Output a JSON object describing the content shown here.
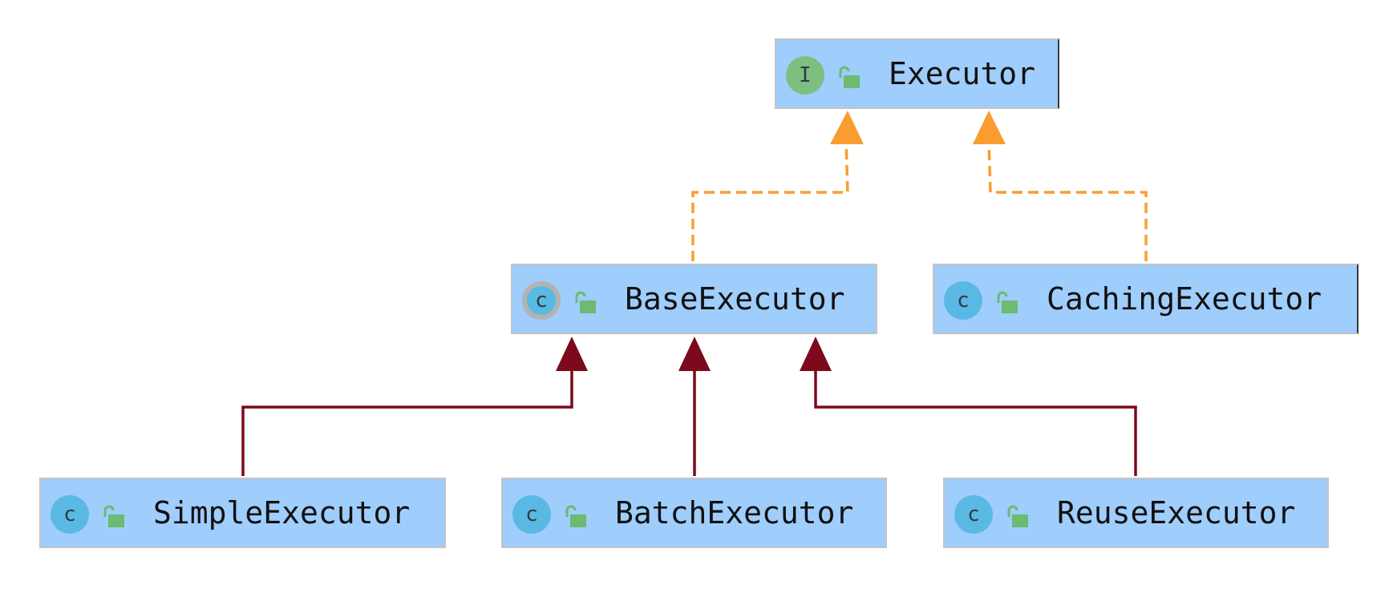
{
  "nodes": {
    "executor": {
      "name": "Executor",
      "kind": "interface",
      "badge": "I"
    },
    "base_executor": {
      "name": "BaseExecutor",
      "kind": "abstract-class",
      "badge": "c"
    },
    "caching_executor": {
      "name": "CachingExecutor",
      "kind": "class",
      "badge": "c"
    },
    "simple_executor": {
      "name": "SimpleExecutor",
      "kind": "class",
      "badge": "c"
    },
    "batch_executor": {
      "name": "BatchExecutor",
      "kind": "class",
      "badge": "c"
    },
    "reuse_executor": {
      "name": "ReuseExecutor",
      "kind": "class",
      "badge": "c"
    }
  },
  "relations": [
    {
      "from": "BaseExecutor",
      "to": "Executor",
      "type": "implements"
    },
    {
      "from": "CachingExecutor",
      "to": "Executor",
      "type": "implements"
    },
    {
      "from": "SimpleExecutor",
      "to": "BaseExecutor",
      "type": "extends"
    },
    {
      "from": "BatchExecutor",
      "to": "BaseExecutor",
      "type": "extends"
    },
    {
      "from": "ReuseExecutor",
      "to": "BaseExecutor",
      "type": "extends"
    }
  ],
  "icons": {
    "interface_badge": "interface-icon",
    "class_badge": "class-icon",
    "abstract_badge": "abstract-class-icon",
    "visibility": "public-lock-icon"
  },
  "colors": {
    "node_fill": "#9fcdfc",
    "node_border": "#c4c4c4",
    "interface_badge": "#7dbf7f",
    "class_badge": "#5ab9e3",
    "lock": "#6dba72",
    "implements_edge": "#f99d31",
    "extends_edge": "#7c0a1c"
  }
}
